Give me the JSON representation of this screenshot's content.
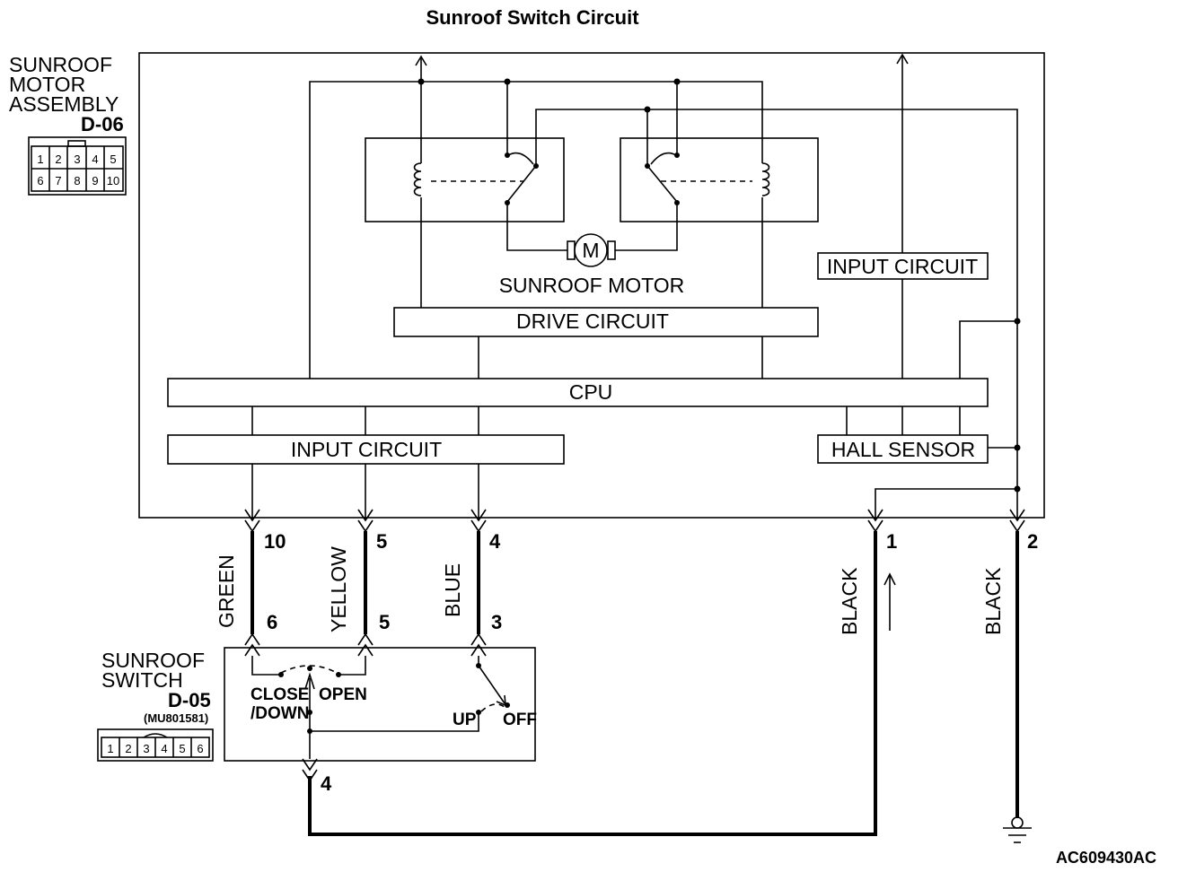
{
  "title": "Sunroof Switch Circuit",
  "motor_assembly": {
    "label_lines": [
      "SUNROOF",
      "MOTOR",
      "ASSEMBLY"
    ],
    "connector_id": "D-06",
    "connector_pins_top": [
      "1",
      "2",
      "3",
      "4",
      "5"
    ],
    "connector_pins_bottom": [
      "6",
      "7",
      "8",
      "9",
      "10"
    ]
  },
  "blocks": {
    "sunroof_motor": "SUNROOF MOTOR",
    "motor_symbol": "M",
    "drive_circuit": "DRIVE CIRCUIT",
    "cpu": "CPU",
    "input_circuit_top": "INPUT CIRCUIT",
    "input_circuit_bottom": "INPUT CIRCUIT",
    "hall_sensor": "HALL SENSOR"
  },
  "assembly_pins": [
    "10",
    "5",
    "4",
    "1",
    "2"
  ],
  "wire_colors": [
    "GREEN",
    "YELLOW",
    "BLUE",
    "BLACK",
    "BLACK"
  ],
  "switch_pins": [
    "6",
    "5",
    "3"
  ],
  "ground_pin": "4",
  "sunroof_switch": {
    "label_lines": [
      "SUNROOF",
      "SWITCH"
    ],
    "connector_id": "D-05",
    "part_number": "(MU801581)",
    "connector_pins": [
      "1",
      "2",
      "3",
      "4",
      "5",
      "6"
    ],
    "positions": {
      "close_down_line1": "CLOSE",
      "close_down_line2": "/DOWN",
      "open": "OPEN",
      "up": "UP",
      "off": "OFF"
    }
  },
  "figure_code": "AC609430AC"
}
